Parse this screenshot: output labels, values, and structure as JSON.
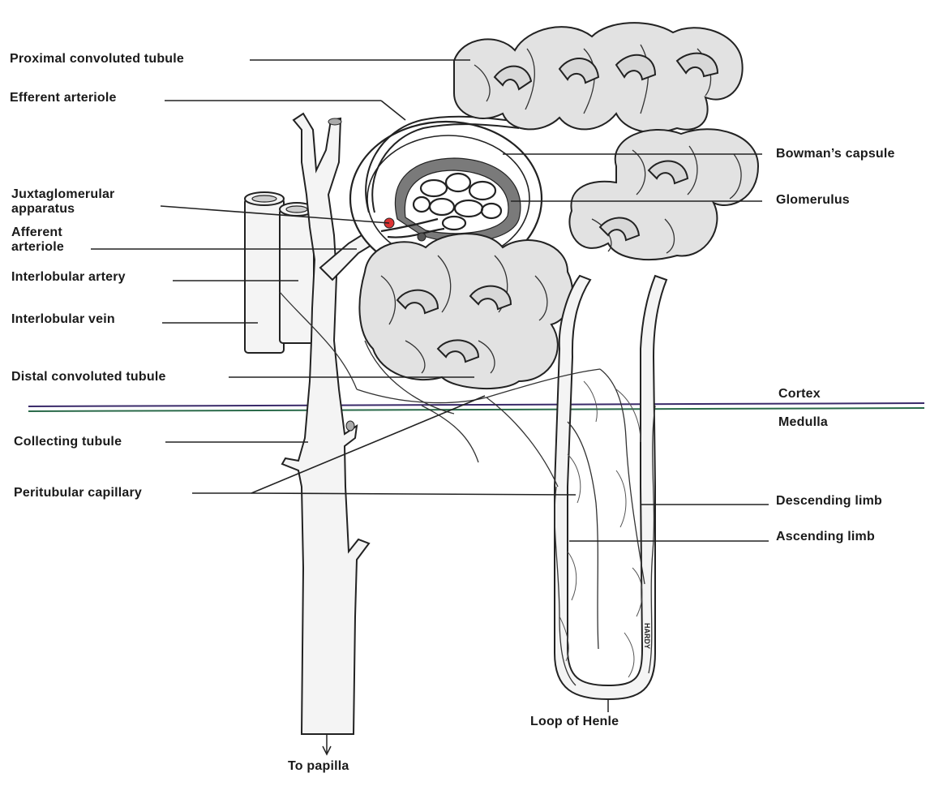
{
  "diagram": {
    "labels": {
      "proximal_convoluted_tubule": "Proximal convoluted tubule",
      "efferent_arteriole": "Efferent arteriole",
      "juxtaglomerular_apparatus": "Juxtaglomerular apparatus",
      "afferent_arteriole": "Afferent arteriole",
      "interlobular_artery": "Interlobular artery",
      "interlobular_vein": "Interlobular vein",
      "distal_convoluted_tubule": "Distal convoluted tubule",
      "collecting_tubule": "Collecting tubule",
      "peritubular_capillary": "Peritubular capillary",
      "bowmans_capsule": "Bowman’s capsule",
      "glomerulus": "Glomerulus",
      "cortex": "Cortex",
      "medulla": "Medulla",
      "descending_limb": "Descending limb",
      "ascending_limb": "Ascending limb",
      "loop_of_henle": "Loop of Henle",
      "to_papilla": "To papilla"
    },
    "signature": "HARDY",
    "colors": {
      "line": "#222222",
      "tubule_fill": "#e2e2e2",
      "vessel_fill": "#f4f4f4",
      "background": "#ffffff"
    }
  }
}
